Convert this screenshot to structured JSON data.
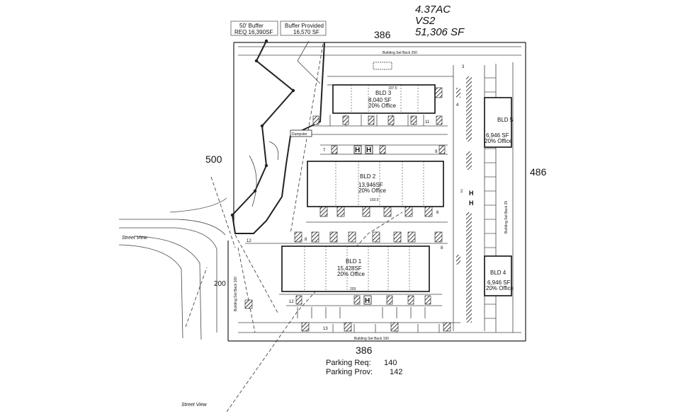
{
  "site": {
    "acreage": "4.37AC",
    "zoning": "VS2",
    "total_sf": "51,306 SF"
  },
  "dimensions": {
    "top": "386",
    "bottom": "386",
    "left": "500",
    "right": "486",
    "corner": "200"
  },
  "buffer": {
    "label1": "50' Buffer",
    "req": "REQ 16,390SF",
    "label2": "Buffer Provided",
    "provided": "16,570 SF",
    "marker": "Dumpster"
  },
  "setbacks": {
    "top": "Building Set Back 250",
    "bottom": "Building Set Back 150",
    "left": "Building Set Back 100",
    "right": "Building Set Back 25"
  },
  "buildings": {
    "bld3": {
      "name": "BLD 3",
      "sf": "8,040 SF",
      "office": "20% Office",
      "dim": "107.5"
    },
    "bld2": {
      "name": "BLD 2",
      "sf": "13,946SF",
      "office": "20% Office",
      "dim": "103.5"
    },
    "bld1": {
      "name": "BLD 1",
      "sf": "15,428SF",
      "office": "20% Office",
      "dim": "203"
    },
    "bld5": {
      "name": "BLD 5",
      "sf": "6,946 SF",
      "office": "20% Office"
    },
    "bld4": {
      "name": "BLD 4",
      "sf": "6,946 SF",
      "office": "20% Office"
    }
  },
  "parking": {
    "req_label": "Parking Req:",
    "req_value": "140",
    "prov_label": "Parking Prov:",
    "prov_value": "142"
  },
  "stall_counts": [
    "3",
    "4",
    "11",
    "7",
    "9",
    "8",
    "6",
    "12",
    "13",
    "2"
  ],
  "handicap": "H",
  "streets": {
    "a": "Street View",
    "b": "Street View"
  }
}
